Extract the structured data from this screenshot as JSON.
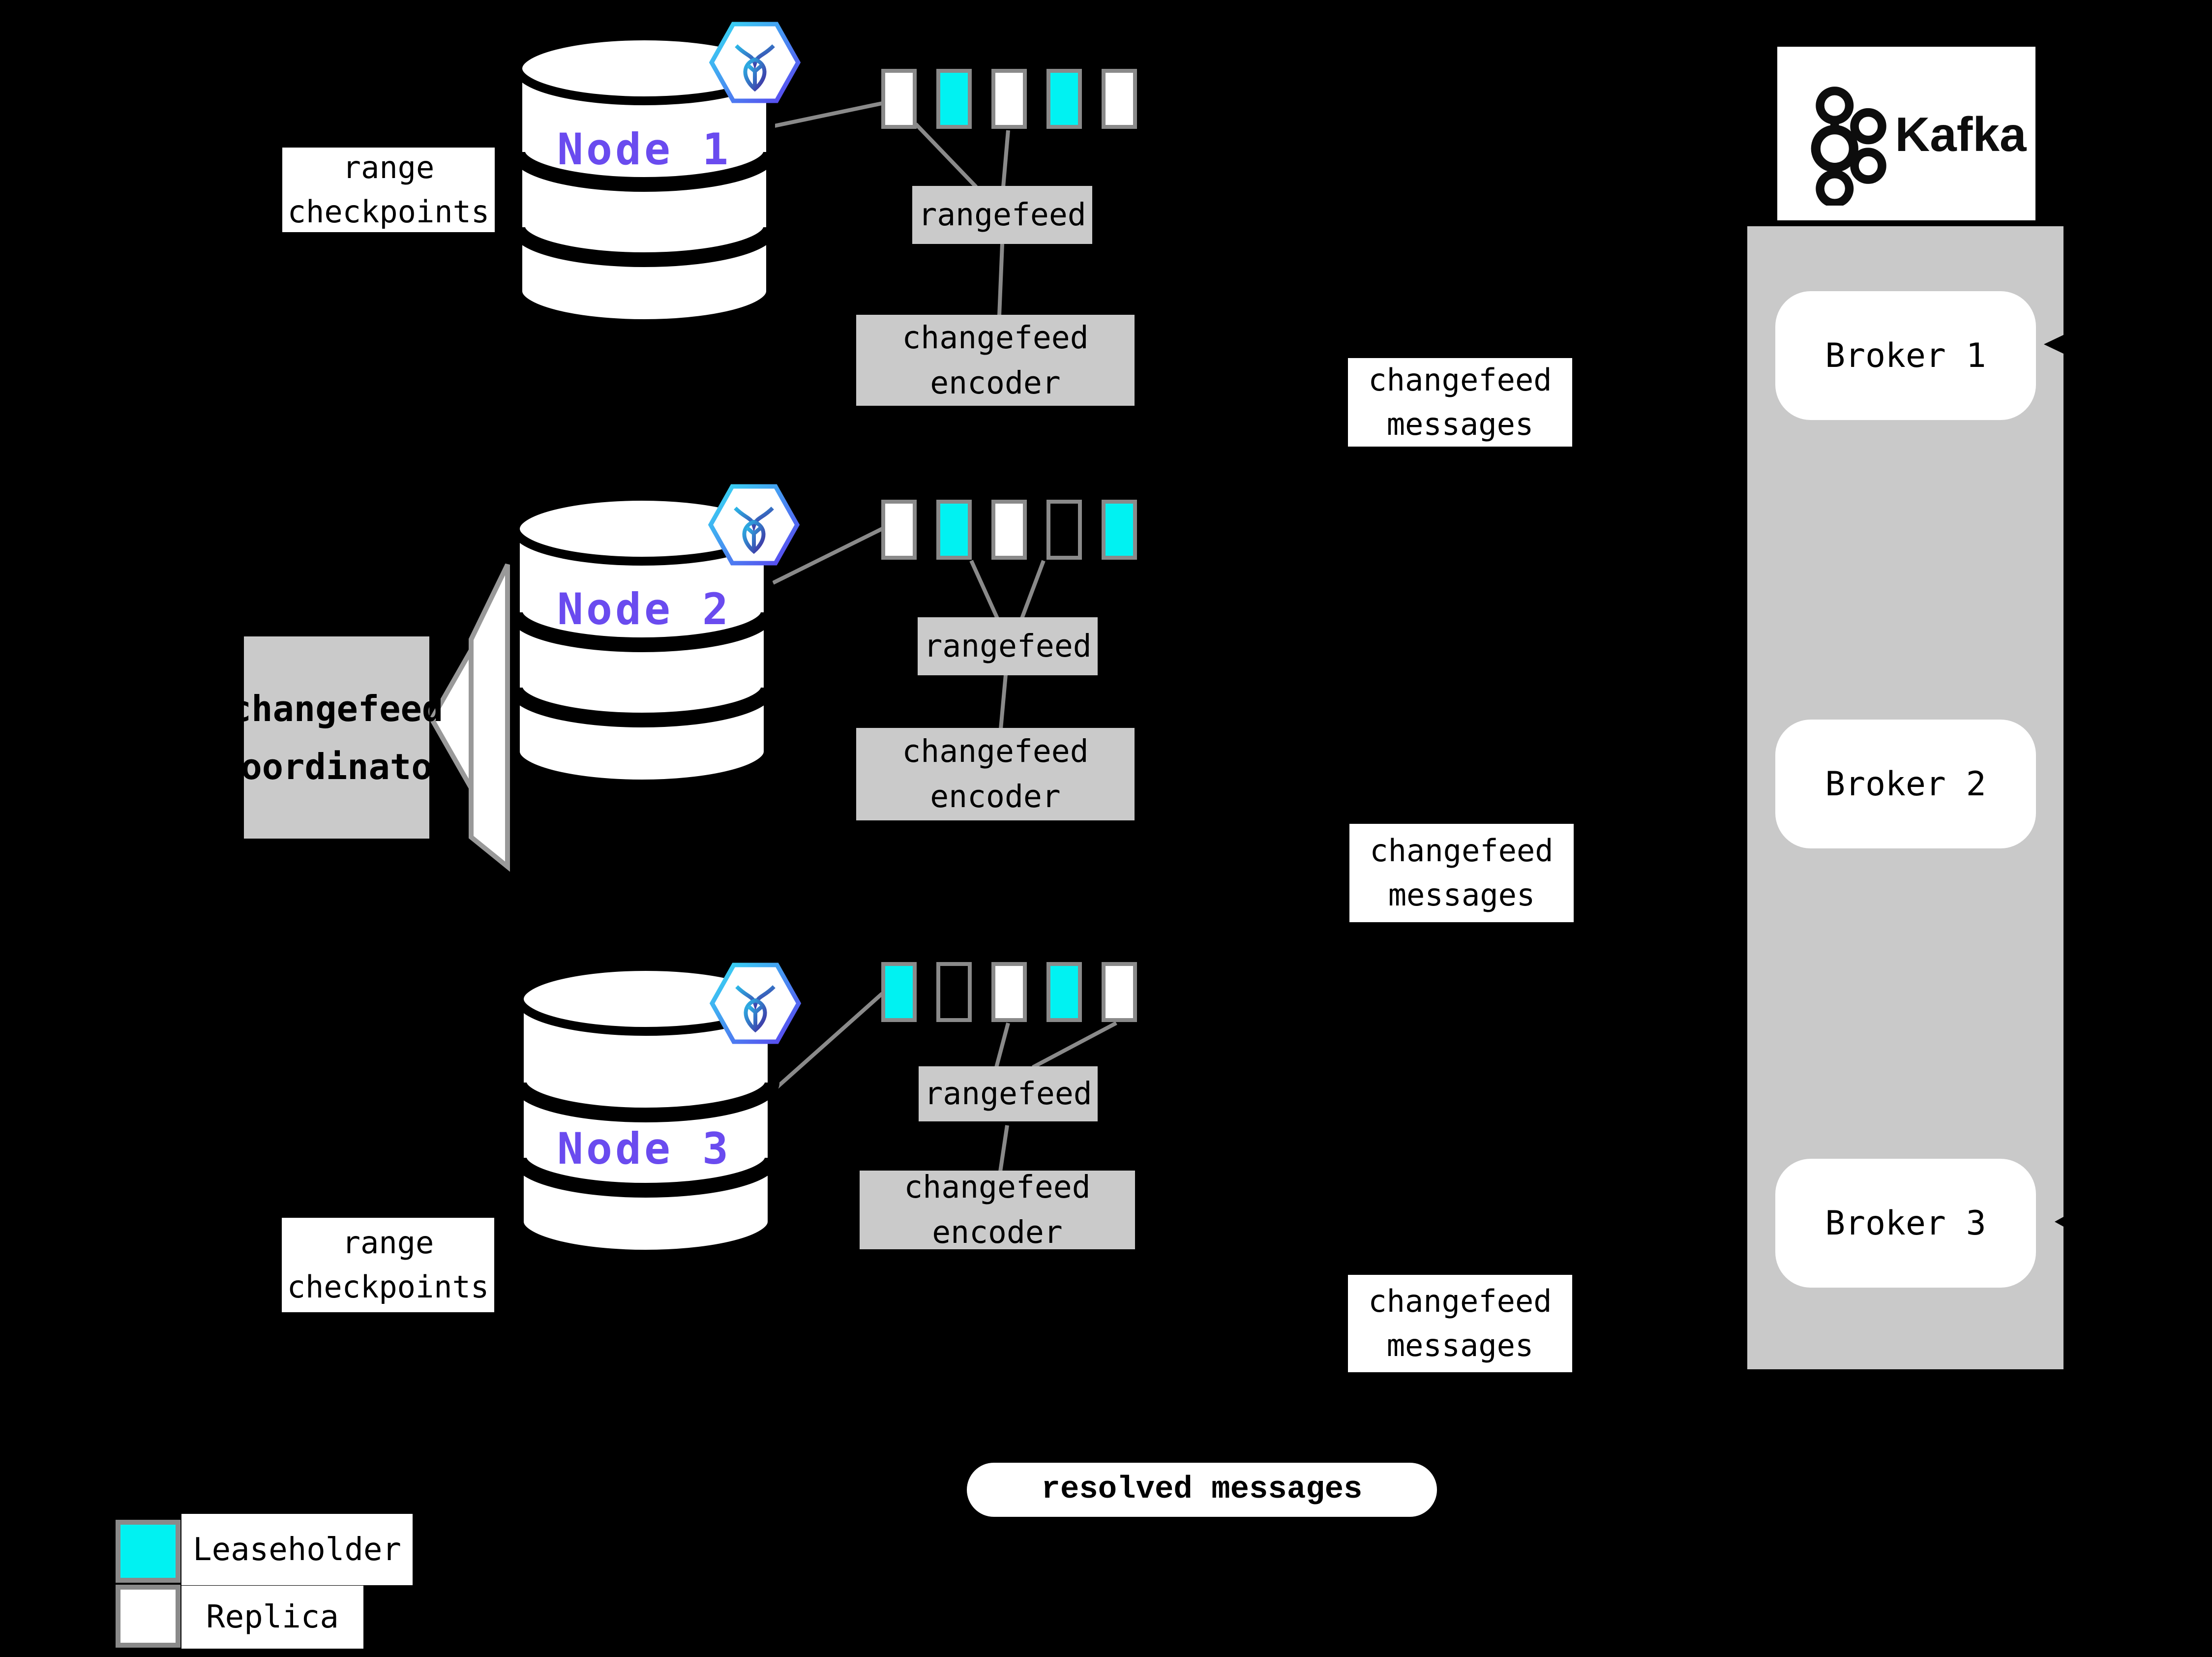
{
  "nodes": [
    {
      "title": "Node 1",
      "ranges": [
        "replica",
        "leaseholder",
        "replica",
        "leaseholder",
        "replica"
      ]
    },
    {
      "title": "Node 2",
      "ranges": [
        "replica",
        "leaseholder",
        "replica",
        "empty",
        "leaseholder"
      ]
    },
    {
      "title": "Node 3",
      "ranges": [
        "leaseholder",
        "empty",
        "replica",
        "leaseholder",
        "replica"
      ]
    }
  ],
  "labels": {
    "rangefeed": "rangefeed",
    "encoder_line1": "changefeed",
    "encoder_line2": "encoder",
    "messages_line1": "changefeed",
    "messages_line2": "messages",
    "checkpoints_line1": "range",
    "checkpoints_line2": "checkpoints",
    "coordinator_line1": "changefeed",
    "coordinator_line2": "coordinator",
    "resolved": "resolved messages"
  },
  "kafka": {
    "logo_text": "Kafka",
    "brokers": [
      "Broker 1",
      "Broker 2",
      "Broker 3"
    ]
  },
  "legend": [
    {
      "type": "leaseholder",
      "label": "Leaseholder"
    },
    {
      "type": "replica",
      "label": "Replica"
    }
  ],
  "colors": {
    "background": "#000000",
    "leaseholder": "#00f2f2",
    "replica": "#ffffff",
    "panel_gray": "#c9c9c9",
    "box_gray": "#cacaca",
    "node_title_purple": "#6a4bef",
    "connector_gray": "#8a8a8a",
    "text_black": "#000000"
  }
}
